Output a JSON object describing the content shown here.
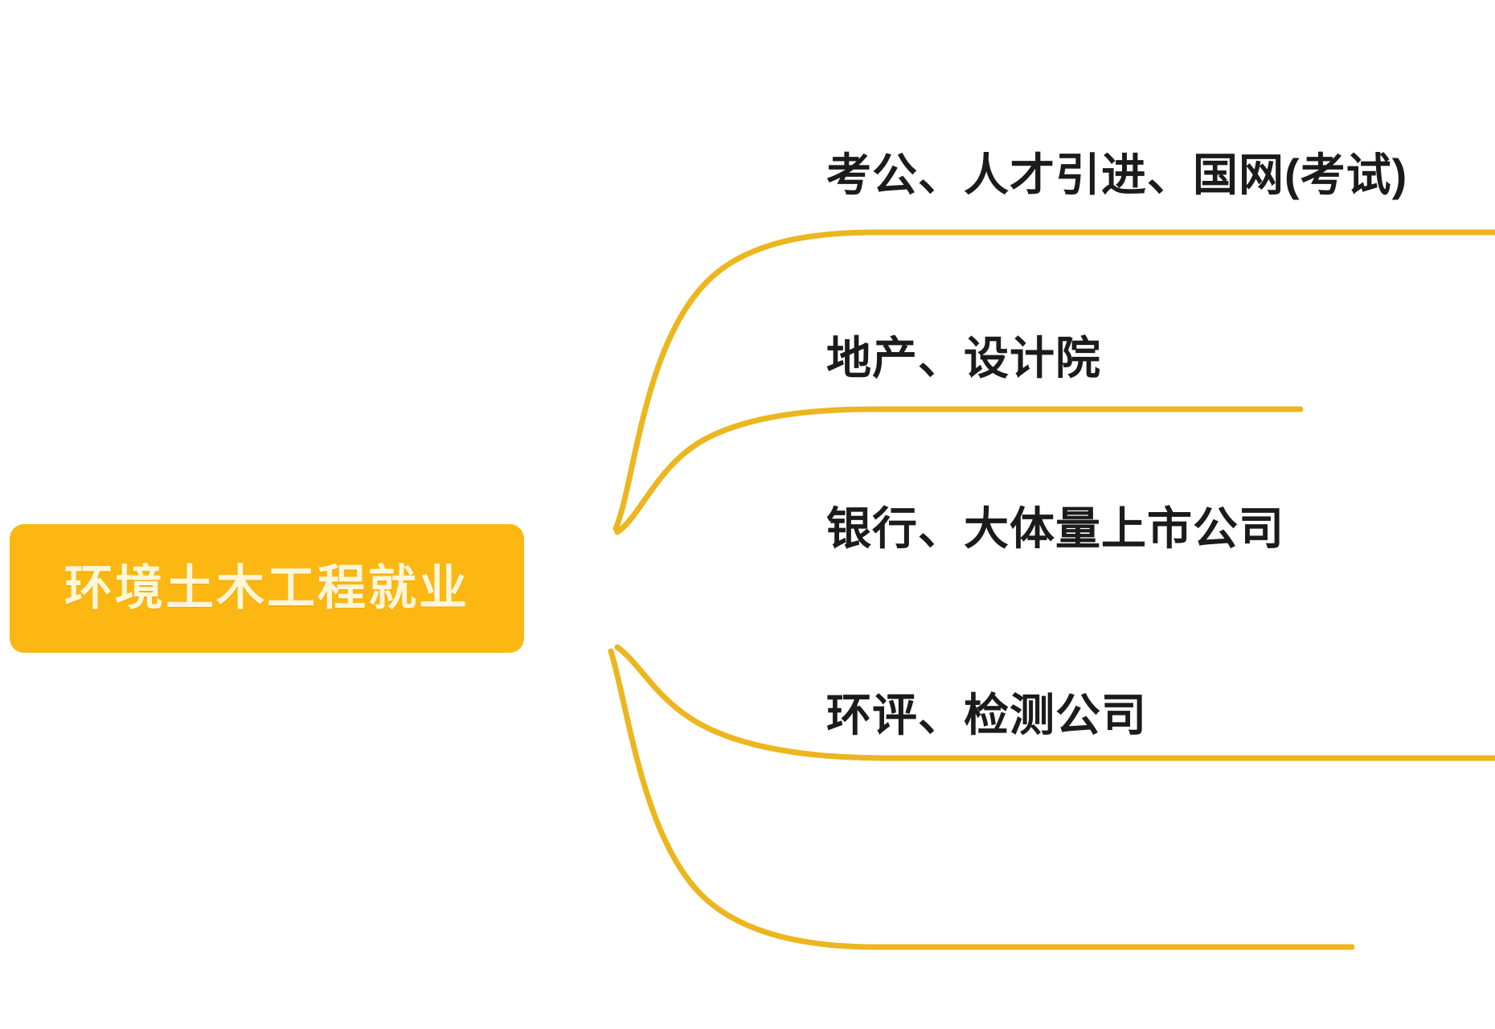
{
  "diagram": {
    "type": "mindmap",
    "orientation": "left-to-right",
    "background_color": "#ffffff",
    "node_color": "#fcb712",
    "node_text_color": "#fdf6d8",
    "branch_line_color": "#ecb61e",
    "branch_text_color": "#1b1b1b",
    "root": {
      "label": "环境土木工程就业"
    },
    "branches": [
      {
        "label": "考公、人才引进、国网(考试)"
      },
      {
        "label": "地产、设计院"
      },
      {
        "label": "银行、大体量上市公司"
      },
      {
        "label": "环评、检测公司"
      }
    ]
  }
}
